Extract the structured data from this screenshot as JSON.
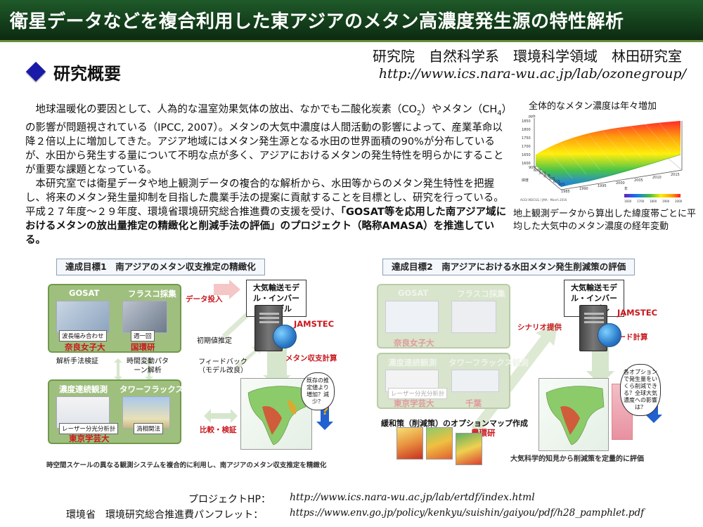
{
  "header": {
    "title": "衛星データなどを複合利用した東アジアのメタン高濃度発生源の特性解析"
  },
  "section": {
    "title": "研究概要"
  },
  "lab": {
    "name": "研究院　自然科学系　環境科学領域　林田研究室",
    "url": "http://www.ics.nara-wu.ac.jp/lab/ozonegroup/"
  },
  "body": {
    "para1_a": "地球温暖化の要因として、人為的な温室効果気体の放出、なかでも二酸化炭素（CO",
    "para1_sub1": "2",
    "para1_b": "）やメタン（CH",
    "para1_sub2": "4",
    "para1_c": "）の影響が問題視されている（IPCC, 2007）。メタンの大気中濃度は人間活動の影響によって、産業革命以降２倍以上に増加してきた。アジア地域にはメタン発生源となる水田の世界面積の90%が分布しているが、水田から発生する量について不明な点が多く、アジアにおけるメタンの発生特性を明らかにすることが重要な課題となっている。",
    "para2_a": "本研究室では衛星データや地上観測データの複合的な解析から、水田等からのメタン発生特性を把握し、将来のメタン発生量抑制を目指した農業手法の提案に貢献することを目標とし、研究を行っている。平成２７年度〜２９年度、環境省環境研究総合推進費の支援を受け、",
    "para2_bold": "「GOSAT等を応用した南アジア域におけるメタンの放出量推定の精緻化と削減手法の評価」",
    "para2_c": "のプロジェクト（略称AMASA）を推進している。"
  },
  "figure": {
    "caption_top": "全体的なメタン濃度は年々増加",
    "caption_bottom": "地上観測データから算出した緯度帯ごとに平均した大気中のメタン濃度の経年変動",
    "y_ticks": [
      "1850",
      "1800",
      "1750",
      "1700",
      "1650",
      "1600"
    ],
    "x_ticks": [
      "1985",
      "1990",
      "1995",
      "2000",
      "2005",
      "2010",
      "2015"
    ],
    "lat_ticks": [
      "90N",
      "60N",
      "30N",
      "赤道",
      "30S",
      "60S",
      "90S"
    ],
    "y_unit": "ppb",
    "x_unit": "年",
    "lat_unit": "緯度",
    "source": "AGGI WDCGG / JMA - March 2016",
    "color_ticks": [
      "1600",
      "1700",
      "1800",
      "1900",
      "2000"
    ],
    "colors": [
      "#ff2020",
      "#ff9a00",
      "#ffee00",
      "#40c040",
      "#1070ff"
    ]
  },
  "diagram_left": {
    "header": "達成目標1　南アジアのメタン収支推定の精緻化",
    "gosat": "GOSAT",
    "flask": "フラスコ採集",
    "tag_wavelength": "波長幅み合わせ",
    "tag_monthly": "週一回",
    "inst_nara": "奈良女子大",
    "inst_nies": "国環研",
    "continuous": "濃度連続観測",
    "tower": "タワーフラックス観測",
    "tag_laser": "レーザー分光分析計",
    "tag_eddy": "渦相関法",
    "inst_tokyo": "東京学芸大",
    "model": "大気輸送モデル・インバースモデル",
    "jamstec": "JAMSTEC",
    "data_input": "データ投入",
    "initial": "初期値推定",
    "analysis": "解析手法検証",
    "time_variation": "時間変動パターン解析",
    "feedback": "フィードバック（モデル改良）",
    "compare": "比較・検証",
    "methane_calc": "メタン収支計算",
    "speech": "既存の推定値より増加？減少？",
    "note": "時空間スケールの異なる観測システムを複合的に利用し、南アジアのメタン収支推定を精緻化"
  },
  "diagram_right": {
    "header": "達成目標2　南アジアにおける水田メタン発生削減策の評価",
    "gosat": "GOSAT",
    "flask": "フラスコ採集",
    "inst_nara": "奈良女子大",
    "continuous": "濃度連続観測",
    "tower": "タワーフラックス観測",
    "tag_laser": "レーザー分光分析計",
    "inst_tokyo": "東京学芸大",
    "inst_chiba": "千葉",
    "model": "大気輸送モデル・インバースモデル",
    "jamstec": "JAMSTEC",
    "scenario": "シナリオ提供",
    "forward": "フォワード計算",
    "mitigation": "緩和策（削減策）のオプションマップ作成",
    "naro": "農環研",
    "speech": "各オプションで発生量をいくら削減できる？全球大気濃度への影響は？",
    "note": "大気科学的知見から削減策を定量的に評価"
  },
  "footer": {
    "project_label": "プロジェクトHP：",
    "project_url": "http://www.ics.nara-wu.ac.jp/lab/ertdf/index.html",
    "moe_label": "環境省　環境研究総合推進費パンフレット：",
    "moe_url": "https://www.env.go.jp/policy/kenkyu/suishin/gaiyou/pdf/h28_pamphlet.pdf"
  }
}
